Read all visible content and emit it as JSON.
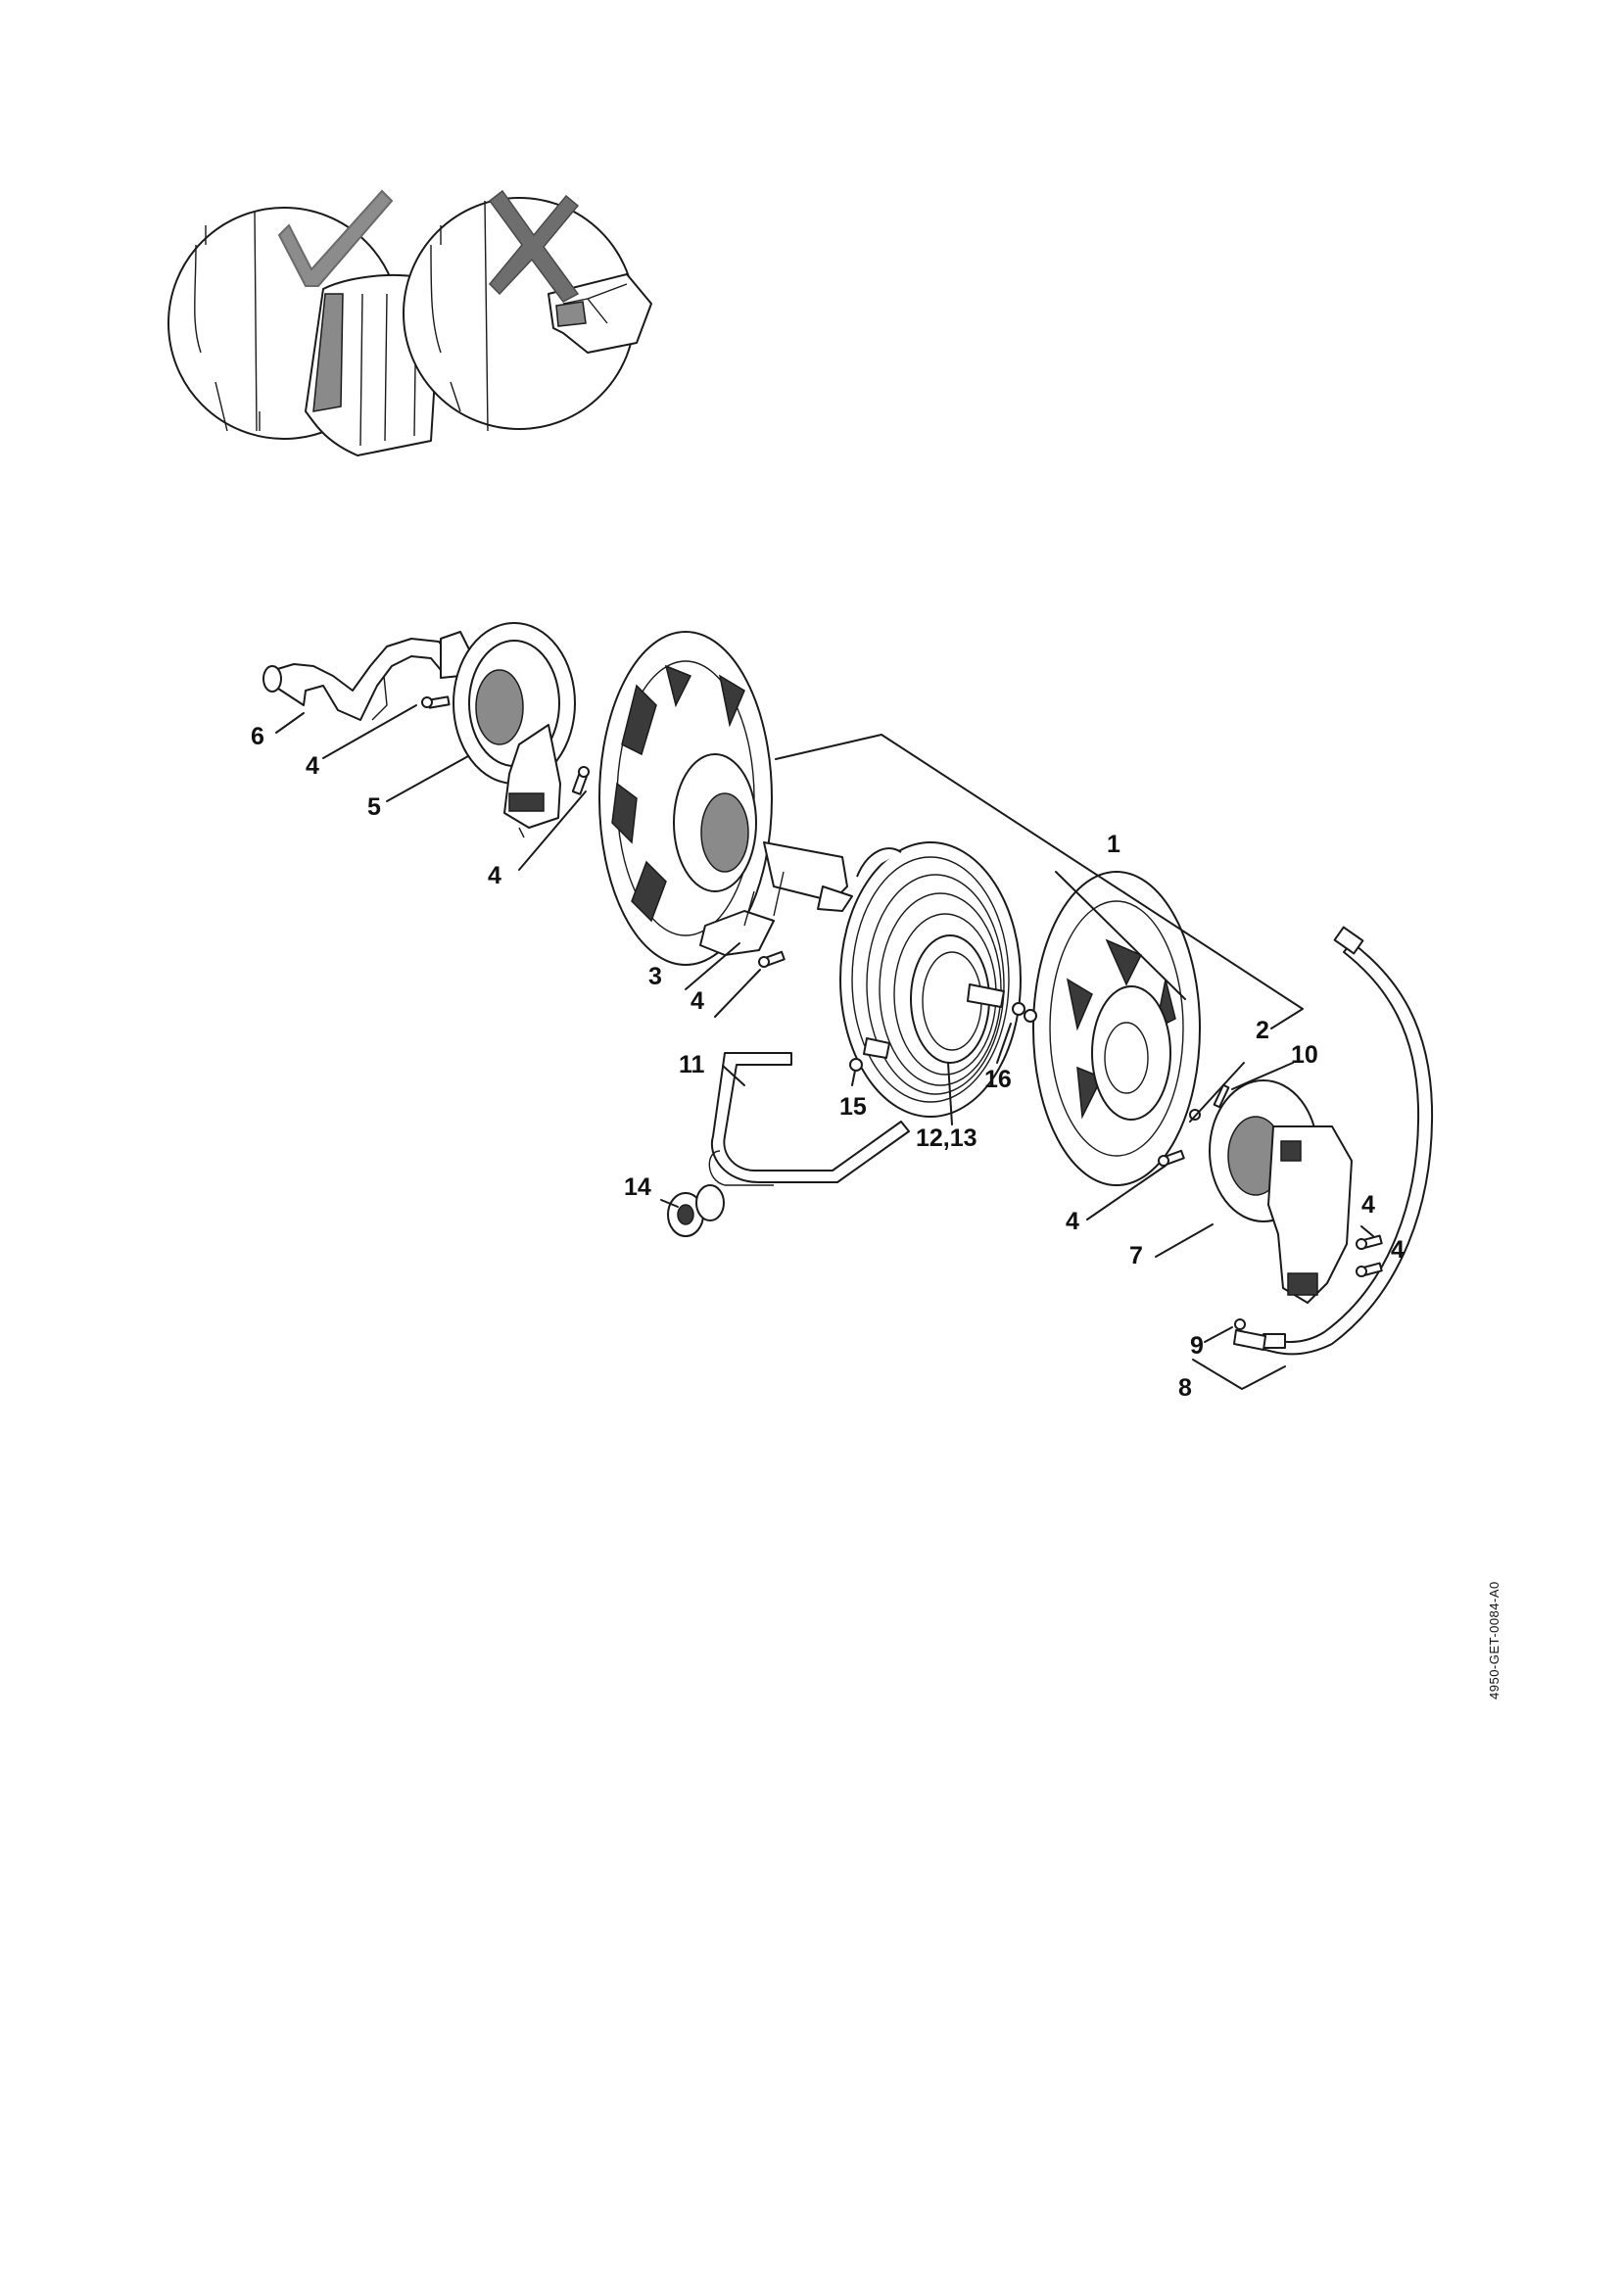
{
  "document_code": "4950-GET-0084-A0",
  "inset": {
    "correct_symbol": "checkmark-icon",
    "incorrect_symbol": "cross-icon"
  },
  "callouts": [
    {
      "id": "c6",
      "label": "6"
    },
    {
      "id": "c4a",
      "label": "4"
    },
    {
      "id": "c5",
      "label": "5"
    },
    {
      "id": "c4b",
      "label": "4"
    },
    {
      "id": "c1",
      "label": "1"
    },
    {
      "id": "c3",
      "label": "3"
    },
    {
      "id": "c4c",
      "label": "4"
    },
    {
      "id": "c2",
      "label": "2"
    },
    {
      "id": "c10",
      "label": "10"
    },
    {
      "id": "c11",
      "label": "11"
    },
    {
      "id": "c16",
      "label": "16"
    },
    {
      "id": "c15",
      "label": "15"
    },
    {
      "id": "c12",
      "label": "12,13"
    },
    {
      "id": "c14",
      "label": "14"
    },
    {
      "id": "c4d",
      "label": "4"
    },
    {
      "id": "c4e",
      "label": "4"
    },
    {
      "id": "c4f",
      "label": "4"
    },
    {
      "id": "c7",
      "label": "7"
    },
    {
      "id": "c9",
      "label": "9"
    },
    {
      "id": "c8",
      "label": "8"
    }
  ]
}
